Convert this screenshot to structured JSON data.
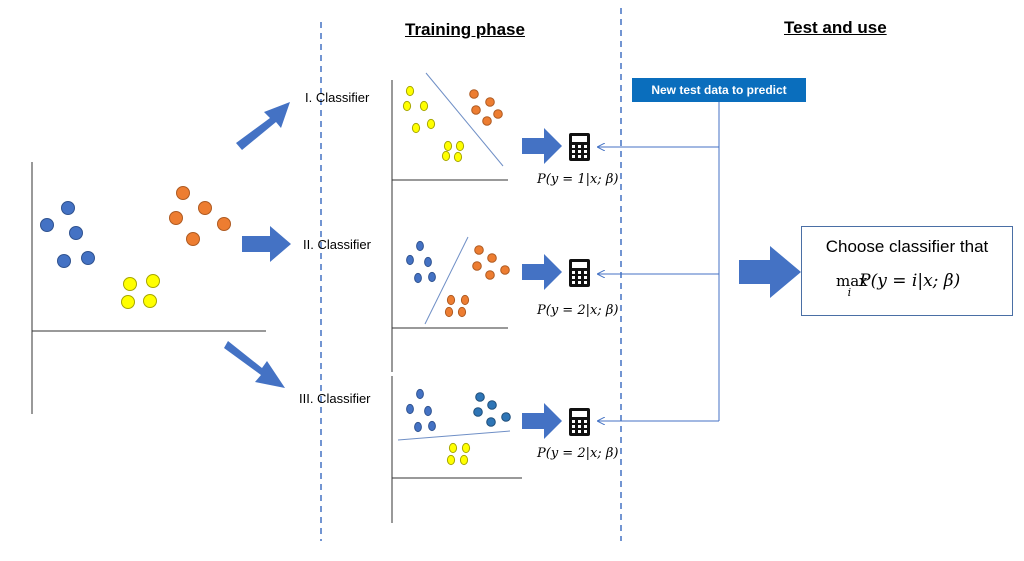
{
  "phases": {
    "training": "Training phase",
    "test": "Test and use"
  },
  "classifiers": [
    {
      "label": "I. Classifier",
      "probability": "P(y = 1|x; β)"
    },
    {
      "label": "II. Classifier",
      "probability": "P(y = 2|x; β)"
    },
    {
      "label": "III. Classifier",
      "probability": "P(y = 2|x; β)"
    }
  ],
  "test_input": {
    "label": "New test data to predict"
  },
  "decision": {
    "title": "Choose classifier that",
    "max_label": "max",
    "max_subscript": "i",
    "formula": "P(y = i|x; β)"
  },
  "colors": {
    "blue": "#4472c4",
    "orange": "#ed7d31",
    "yellow": "#ffff00",
    "arrow": "#4472c4",
    "test_box": "#0a6ebd"
  },
  "icons": {
    "classifier": "calculator-icon"
  }
}
